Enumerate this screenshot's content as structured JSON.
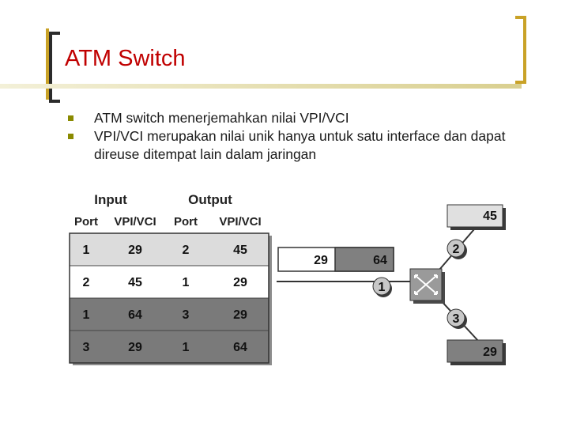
{
  "title": "ATM Switch",
  "bullets": [
    "ATM switch menerjemahkan nilai VPI/VCI",
    "VPI/VCI merupakan nilai unik hanya untuk satu interface dan dapat direuse ditempat lain dalam jaringan"
  ],
  "diagram": {
    "group_headers": [
      "Input",
      "Output"
    ],
    "column_headers": [
      "Port",
      "VPI/VCI",
      "Port",
      "VPI/VCI"
    ],
    "rows": [
      [
        "1",
        "29",
        "2",
        "45"
      ],
      [
        "2",
        "45",
        "1",
        "29"
      ],
      [
        "1",
        "64",
        "3",
        "29"
      ],
      [
        "3",
        "29",
        "1",
        "64"
      ]
    ],
    "row_styles": [
      "light",
      "white",
      "dark",
      "dark"
    ],
    "incoming_cells": [
      "29",
      "64"
    ],
    "port_labels": [
      "1",
      "2",
      "3"
    ],
    "output_top_value": "45",
    "output_bottom_value": "29",
    "colors": {
      "title": "#c00000",
      "gold": "#c9a227",
      "row_light": "#dcdcdc",
      "row_dark": "#7a7a7a"
    }
  }
}
